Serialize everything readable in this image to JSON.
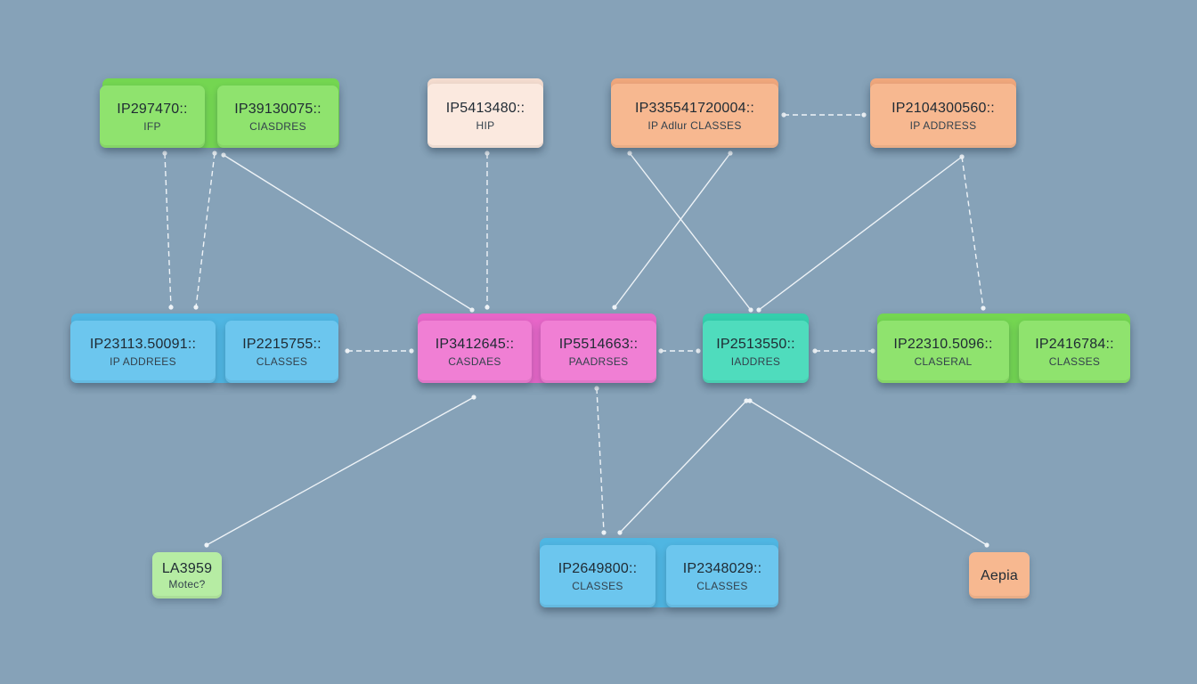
{
  "nodes": {
    "n1": {
      "title": "IP297470::",
      "sub": "IFP"
    },
    "n2": {
      "title": "IP39130075::",
      "sub": "CIASDRES"
    },
    "n3": {
      "title": "IP5413480::",
      "sub": "HIP"
    },
    "n4": {
      "title": "IP335541720004::",
      "sub": "IP Adlur CLASSES"
    },
    "n5": {
      "title": "IP2104300560::",
      "sub": "IP ADDRESS"
    },
    "n6": {
      "title": "IP23113.50091::",
      "sub": "IP ADDREES"
    },
    "n7": {
      "title": "IP2215755::",
      "sub": "CLASSES"
    },
    "n8": {
      "title": "IP3412645::",
      "sub": "CASDAES"
    },
    "n9": {
      "title": "IP5514663::",
      "sub": "PAADRSES"
    },
    "n10": {
      "title": "IP2513550::",
      "sub": "IADDRES"
    },
    "n11": {
      "title": "IP22310.5096::",
      "sub": "CLASERAL"
    },
    "n12": {
      "title": "IP2416784::",
      "sub": "CLASSES"
    },
    "n13": {
      "title": "LA3959",
      "sub": "Motec?"
    },
    "n14": {
      "title": "IP2649800::",
      "sub": "CLASSES"
    },
    "n15": {
      "title": "IP2348029::",
      "sub": "CLASSES"
    },
    "n16": {
      "title": "Aepia",
      "sub": ""
    }
  },
  "colors": {
    "background": "#86a2b8",
    "green": "#8fe36e",
    "blue": "#6cc6ee",
    "pink": "#f07fd4",
    "teal": "#4fdcbd",
    "peach": "#f7b890",
    "cream": "#fbe9df",
    "edge": "#eef3f7"
  }
}
